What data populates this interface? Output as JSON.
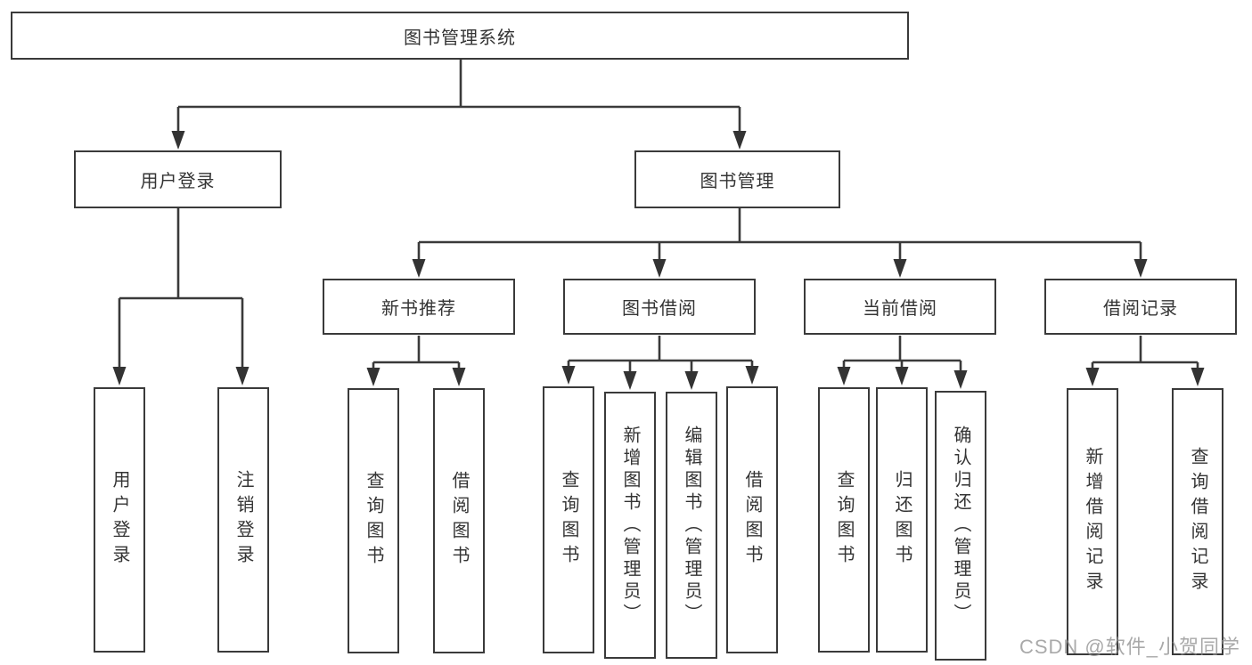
{
  "root": {
    "label": "图书管理系统"
  },
  "branches": {
    "user_login": {
      "label": "用户登录"
    },
    "book_management": {
      "label": "图书管理"
    }
  },
  "modules": {
    "new_book_recommend": {
      "label": "新书推荐"
    },
    "book_borrowing": {
      "label": "图书借阅"
    },
    "current_borrowing": {
      "label": "当前借阅"
    },
    "borrowing_records": {
      "label": "借阅记录"
    }
  },
  "functions": {
    "user_login": [
      {
        "label": "用户登录"
      },
      {
        "label": "注销登录"
      }
    ],
    "new_book_recommend": [
      {
        "label": "查询图书"
      },
      {
        "label": "借阅图书"
      }
    ],
    "book_borrowing": [
      {
        "label": "查询图书"
      },
      {
        "label": "新增图书（管理员）"
      },
      {
        "label": "编辑图书（管理员）"
      },
      {
        "label": "借阅图书"
      }
    ],
    "current_borrowing": [
      {
        "label": "查询图书"
      },
      {
        "label": "归还图书"
      },
      {
        "label": "确认归还（管理员）"
      }
    ],
    "borrowing_records": [
      {
        "label": "新增借阅记录"
      },
      {
        "label": "查询借阅记录"
      }
    ]
  },
  "watermark": {
    "text": "CSDN @软件_小贺同学"
  },
  "colors": {
    "line": "#3a3a3a",
    "arrow": "#333333",
    "text": "#343434",
    "background": "#ffffff",
    "watermark": "#8c8c8c"
  }
}
